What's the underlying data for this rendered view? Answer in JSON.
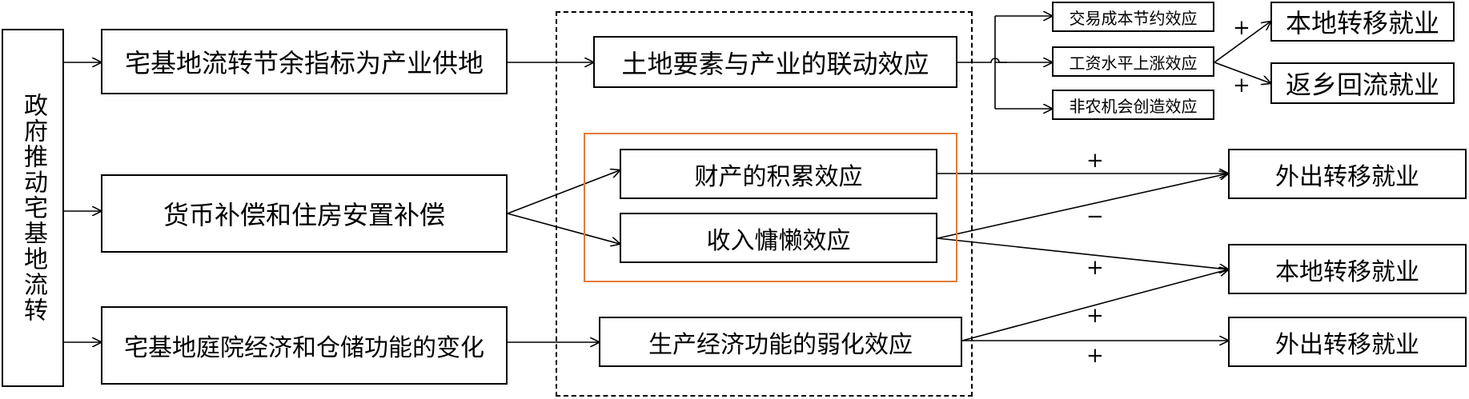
{
  "left_label": "政府推动宅基地流转",
  "channels": [
    "宅基地流转节余指标为产业供地",
    "货币补偿和住房安置补偿",
    "宅基地庭院经济和仓储功能的变化"
  ],
  "mechanisms": {
    "linkage": "土地要素与产业的联动效应",
    "wealth": "财产的积累效应",
    "lazy": "收入慵懒效应",
    "weaken": "生产经济功能的弱化效应"
  },
  "sub_effects": [
    "交易成本节约效应",
    "工资水平上涨效应",
    "非农机会创造效应"
  ],
  "outcomes": {
    "top_local": "本地转移就业",
    "top_return": "返乡回流就业",
    "out1": "外出转移就业",
    "local2": "本地转移就业",
    "out2": "外出转移就业"
  },
  "signs": {
    "s1": "+",
    "s2": "+",
    "s3": "+",
    "s4": "−",
    "s5": "+",
    "s6": "+",
    "s7": "+"
  },
  "colors": {
    "orange": "#e07b39",
    "line": "#000000"
  }
}
